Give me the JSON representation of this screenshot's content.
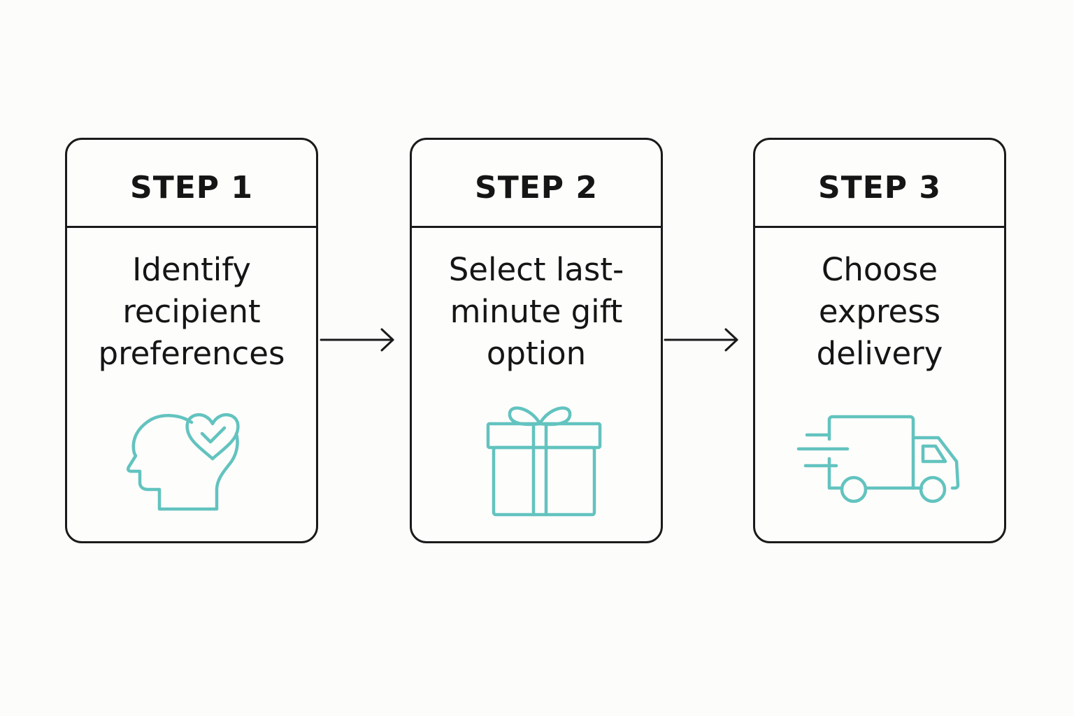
{
  "accent_color": "#62c3bf",
  "steps": [
    {
      "label": "STEP 1",
      "lines": [
        "Identify",
        "recipient",
        "preferences"
      ],
      "icon": "head-heart-check-icon"
    },
    {
      "label": "STEP 2",
      "lines": [
        "Select last-",
        "minute gift",
        "option"
      ],
      "icon": "gift-box-icon"
    },
    {
      "label": "STEP 3",
      "lines": [
        "Choose",
        "express",
        "delivery"
      ],
      "icon": "delivery-truck-icon"
    }
  ]
}
